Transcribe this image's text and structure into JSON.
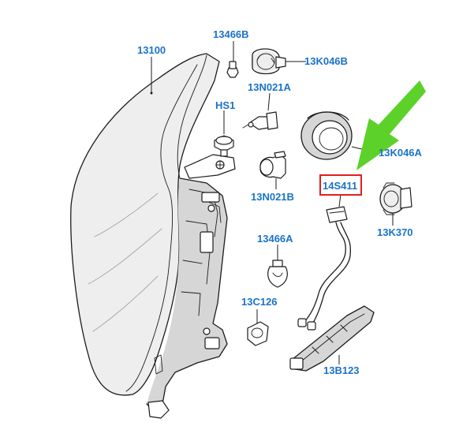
{
  "diagram": {
    "labels": {
      "p13100": "13100",
      "p13466b": "13466B",
      "p13k046b": "13K046B",
      "p13n021a": "13N021A",
      "phs1": "HS1",
      "p13k046a": "13K046A",
      "p14s411": "14S411",
      "p13n021b": "13N021B",
      "p13k370": "13K370",
      "p13466a": "13466A",
      "p13c126": "13C126",
      "p13b123": "13B123"
    },
    "colors": {
      "label": "#1a73c8",
      "highlight_box": "#e02020",
      "arrow": "#5cd12a",
      "line": "#1c1c1c"
    },
    "highlighted_part": "14S411"
  }
}
